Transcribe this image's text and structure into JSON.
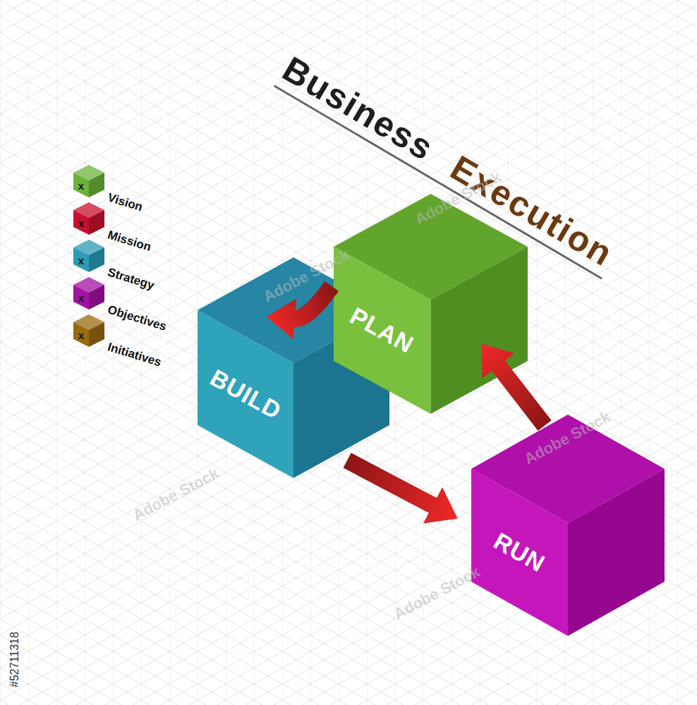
{
  "diagram": {
    "title": "Business Execution",
    "nodes": [
      {
        "text": [
          "PLAN"
        ]
      },
      {
        "text": [
          "BUILD"
        ]
      },
      {
        "text": [
          "RUN"
        ]
      }
    ],
    "edges": [
      {
        "from": 0,
        "to": 1,
        "arrow": "to"
      },
      {
        "from": 1,
        "to": 2,
        "arrow": "to"
      },
      {
        "from": 2,
        "to": 0,
        "arrow": "to"
      }
    ],
    "labels": [
      "x",
      "x",
      "x",
      "x",
      "x",
      "#52711318",
      "Adobe Stock",
      "Adobe Stock",
      "Adobe Stock",
      "Adobe Stock",
      "Adobe Stock"
    ],
    "legend": [
      {
        "text": "Vision",
        "color": "#6cb33a"
      },
      {
        "text": "Mission",
        "color": "#c8102e"
      },
      {
        "text": "Strategy",
        "color": "#2a9bb5"
      },
      {
        "text": "Objectives",
        "color": "#a311a3"
      },
      {
        "text": "Initiatives",
        "color": "#9a6a10"
      }
    ]
  }
}
